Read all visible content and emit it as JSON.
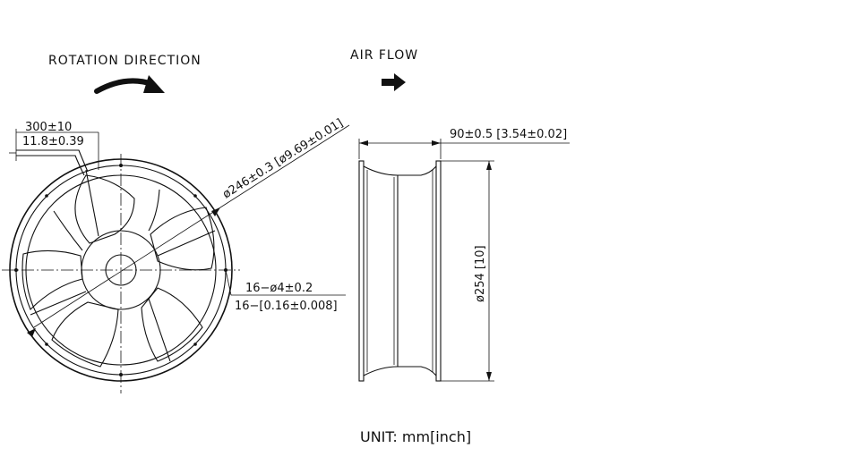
{
  "labels": {
    "rotation_direction": "ROTATION DIRECTION",
    "air_flow": "AIR FLOW",
    "unit": "UNIT: mm[inch]"
  },
  "dimensions": {
    "lead_mm": "300±10",
    "lead_inch": "11.8±0.39",
    "diameter_blade": "ø246±0.3 [ø9.69±0.01]",
    "holes_mm": "16−ø4±0.2",
    "holes_inch": "16−[0.16±0.008]",
    "depth": "90±0.5 [3.54±0.02]",
    "height": "ø254 [10]"
  },
  "colors": {
    "line": "#111111",
    "background": "#ffffff"
  }
}
